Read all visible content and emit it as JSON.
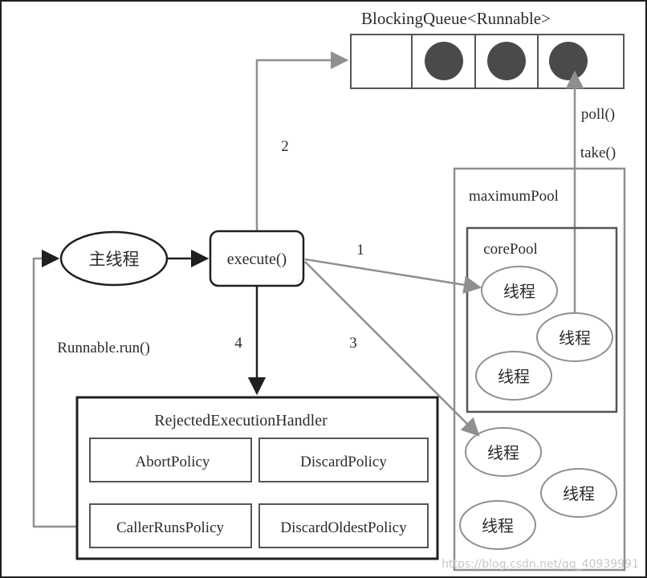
{
  "queue": {
    "label": "BlockingQueue<Runnable>",
    "slots": [
      {
        "filled": false
      },
      {
        "filled": true
      },
      {
        "filled": true
      },
      {
        "filled": true
      }
    ]
  },
  "main_thread": {
    "label": "主线程"
  },
  "execute": {
    "label": "execute()"
  },
  "steps": {
    "s1": "1",
    "s2": "2",
    "s3": "3",
    "s4": "4"
  },
  "poll_label": "poll()",
  "take_label": "take()",
  "runnable_run_label": "Runnable.run()",
  "maximum_pool": {
    "label": "maximumPool",
    "threads": [
      "线程",
      "线程",
      "线程"
    ]
  },
  "core_pool": {
    "label": "corePool",
    "threads": [
      "线程",
      "线程",
      "线程"
    ]
  },
  "handler": {
    "label": "RejectedExecutionHandler",
    "policies": [
      "AbortPolicy",
      "DiscardPolicy",
      "CallerRunsPolicy",
      "DiscardOldestPolicy"
    ]
  },
  "watermark": "https://blog.csdn.net/qq_40939991",
  "colors": {
    "gray_line": "#8f8f8f",
    "dark_line": "#1f1f1f",
    "ball": "#4a4a4a"
  }
}
